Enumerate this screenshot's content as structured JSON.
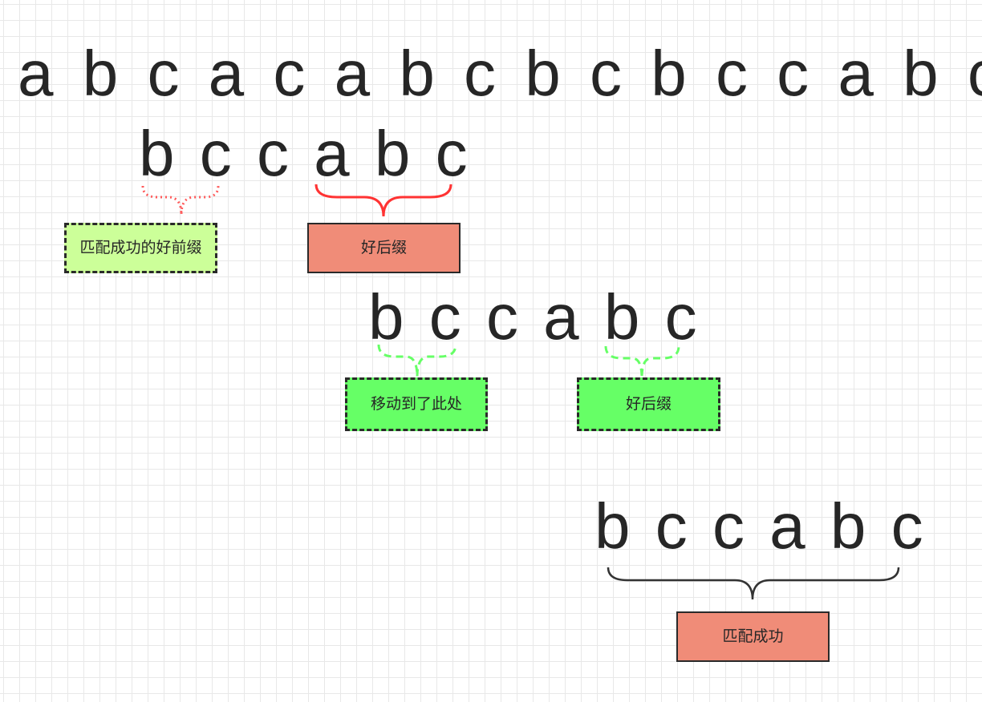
{
  "rows": {
    "text": "a b c a c a b c b c b c c a b c",
    "pattern_1": "b c c a b c",
    "pattern_2": "b c c a b c",
    "pattern_3": "b c c a b c"
  },
  "labels": {
    "good_prefix": "匹配成功的好前缀",
    "good_suffix_1": "好后缀",
    "moved_here": "移动到了此处",
    "good_suffix_2": "好后缀",
    "match_success": "匹配成功"
  },
  "colors": {
    "text": "#262626",
    "grid": "#e8e8e8",
    "light_green_fill": "#ccff99",
    "green_fill": "#66ff66",
    "salmon_fill": "#f08c78",
    "brace_red_dotted": "#ff5a5a",
    "brace_red": "#ff3333",
    "brace_green": "#66ff66",
    "brace_dark": "#333333",
    "border": "#2a2a2a"
  }
}
